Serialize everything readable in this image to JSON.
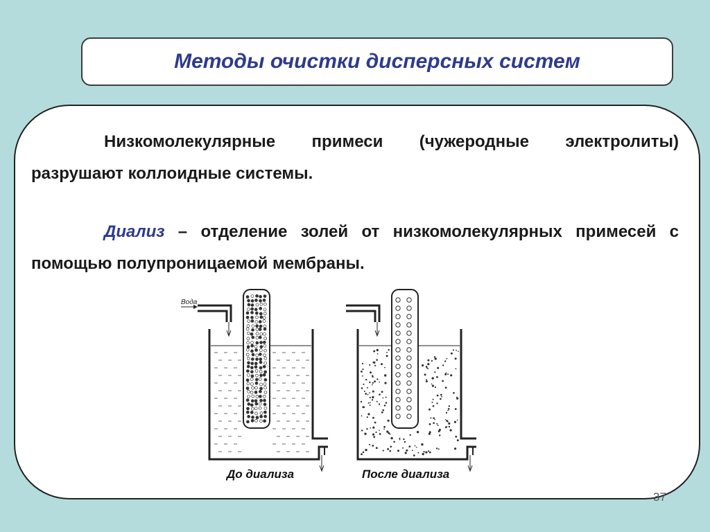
{
  "slide": {
    "title": "Методы очистки дисперсных систем",
    "para1": "Низкомолекулярные примеси (чужеродные электролиты) разрушают коллоидные системы.",
    "para2_term": "Диализ",
    "para2_rest": " – отделение золей от низкомолекулярных примесей с помощью полупроницаемой мембраны.",
    "page_number": "37"
  },
  "figure": {
    "water_label": "Вода",
    "caption_before": "До диализа",
    "caption_after": "После диализа",
    "colors": {
      "line": "#222222",
      "bg": "#ffffff"
    }
  }
}
